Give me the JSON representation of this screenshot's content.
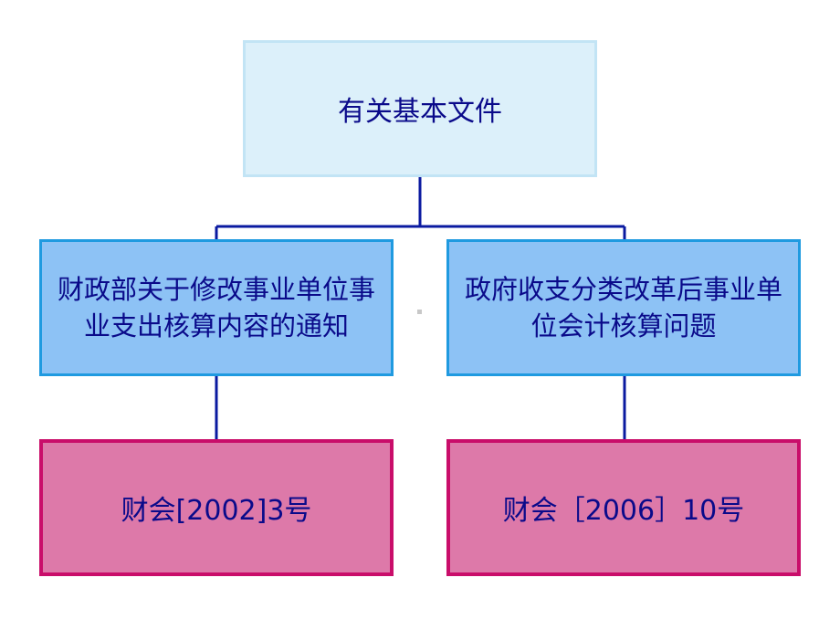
{
  "diagram": {
    "root": {
      "label": "有关基本文件"
    },
    "left_branch": {
      "label": "财政部关于修改事业单位事业支出核算内容的通知",
      "document": "财会[2002]3号"
    },
    "right_branch": {
      "label": "政府收支分类改革后事业单位会计核算问题",
      "document": "财会［2006］10号"
    },
    "colors": {
      "connector": "#0a1aa0",
      "text": "#0a0a8a",
      "root_fill": "#dcf0fa",
      "mid_fill": "#8dc2f5",
      "mid_border": "#1f9ae0",
      "leaf_fill": "#dd79a9",
      "leaf_border": "#c90d6a"
    }
  }
}
